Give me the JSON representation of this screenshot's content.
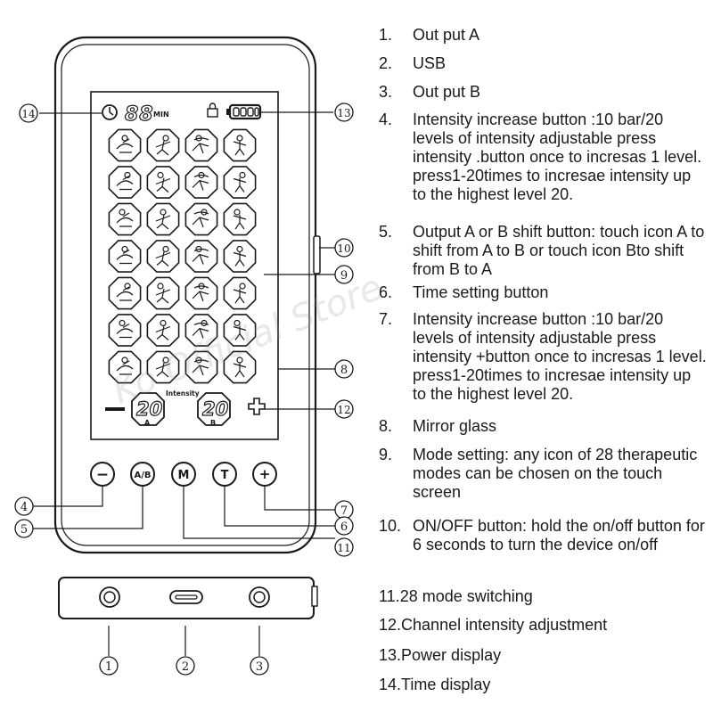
{
  "device": {
    "screen": {
      "timer_digits": "88",
      "timer_unit": "MIN",
      "intensity_label": "Intensity",
      "channel_a_value": "20",
      "channel_a_letter": "A",
      "channel_b_value": "20",
      "channel_b_letter": "B",
      "minus_symbol": "−",
      "plus_symbol": "+"
    },
    "buttons": {
      "minus": "−",
      "ab": "A/B",
      "mode": "M",
      "time": "T",
      "plus": "+"
    }
  },
  "callouts": [
    "1",
    "2",
    "3",
    "4",
    "5",
    "6",
    "7",
    "8",
    "9",
    "10",
    "11",
    "12",
    "13",
    "14"
  ],
  "watermark": "Ko Official Store",
  "legend": [
    {
      "num": "1.",
      "text": "Out put A"
    },
    {
      "num": "2.",
      "text": "USB"
    },
    {
      "num": "3.",
      "text": "Out put B"
    },
    {
      "num": "4.",
      "text": "Intensity increase button :10 bar/20 levels of intensity adjustable press intensity .button once to incresas 1 level. press1-20times to incresae intensity up to the highest level 20."
    },
    {
      "num": "5.",
      "text": "Output A or B shift button: touch icon A to shift from A to B or touch icon Bto shift from B to A"
    },
    {
      "num": "6.",
      "text": "Time setting button"
    },
    {
      "num": "7.",
      "text": "Intensity increase button :10 bar/20 levels of intensity adjustable press intensity +button once to incresas 1 level. press1-20times to incresae intensity up to the highest level 20."
    },
    {
      "num": "8.",
      "text": "Mirror glass"
    },
    {
      "num": "9.",
      "text": "Mode setting: any icon of 28 therapeutic modes can be chosen on the touch screen"
    },
    {
      "num": "10.",
      "text": "ON/OFF button: hold the on/off button for 6 seconds to turn the device on/off"
    },
    {
      "num": "11.",
      "text": "28 mode switching"
    },
    {
      "num": "12.",
      "text": "Channel intensity adjustment"
    },
    {
      "num": "13.",
      "text": "Power display"
    },
    {
      "num": "14.",
      "text": "Time display"
    }
  ]
}
